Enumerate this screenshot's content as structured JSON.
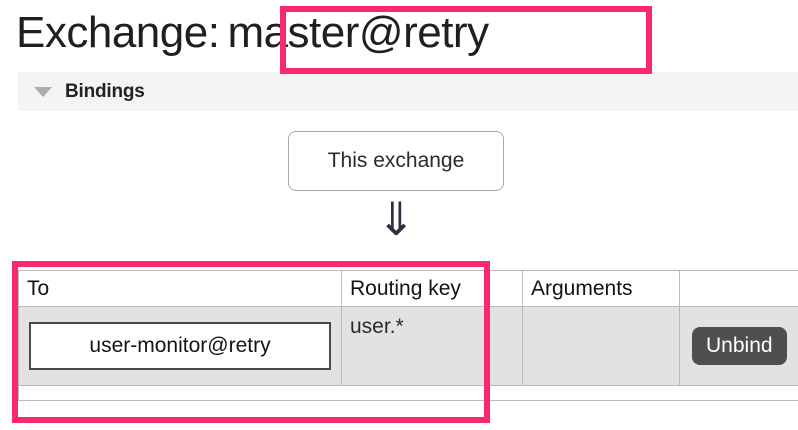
{
  "page": {
    "title_label": "Exchange:",
    "exchange_name": "master@retry"
  },
  "section": {
    "caret_icon": "triangle-down-icon",
    "title": "Bindings"
  },
  "diagram": {
    "source_node_label": "This exchange",
    "arrow_glyph": "⇓"
  },
  "table": {
    "columns": [
      "To",
      "Routing key",
      "Arguments",
      ""
    ],
    "rows": [
      {
        "to": "user-monitor@retry",
        "routing_key": "user.*",
        "arguments": "",
        "action_label": "Unbind"
      }
    ]
  },
  "annotations": {
    "highlight_color": "#f72a6d",
    "boxes": [
      "exchange-name-highlight",
      "bindings-table-highlight"
    ]
  }
}
